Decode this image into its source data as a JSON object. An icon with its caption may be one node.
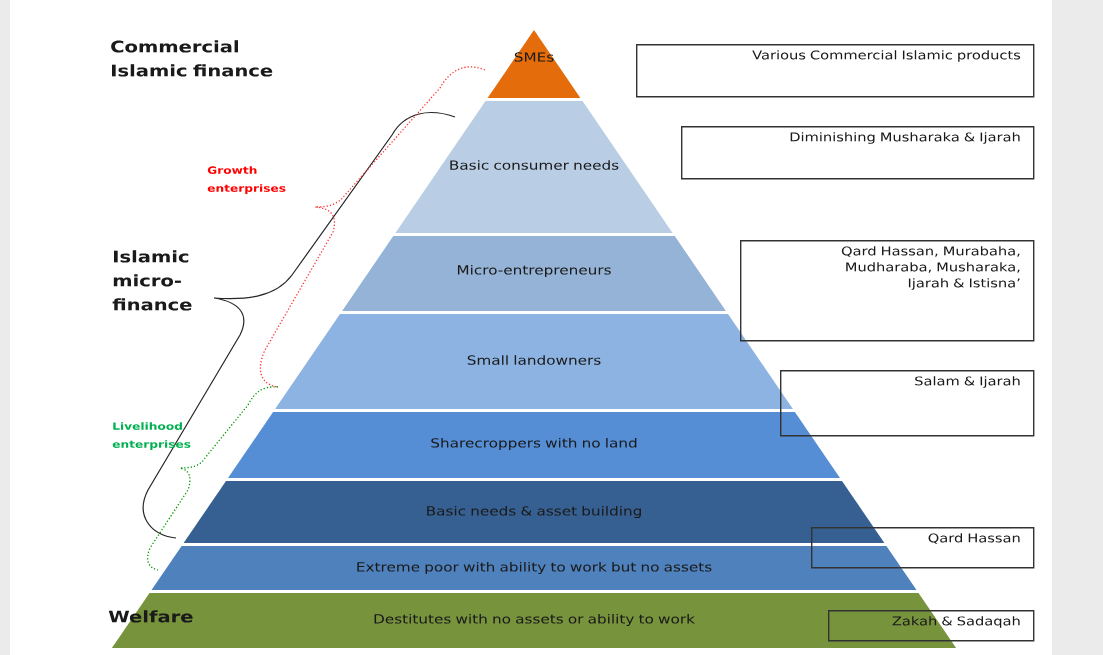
{
  "diagram": {
    "nodes": [
      {
        "text": [
          "SMEs"
        ]
      },
      {
        "text": [
          "Basic consumer needs"
        ]
      },
      {
        "text": [
          "Micro-entrepreneurs"
        ]
      },
      {
        "text": [
          "Small landowners"
        ]
      },
      {
        "text": [
          "Sharecroppers with no land"
        ]
      },
      {
        "text": [
          "Basic needs & asset building"
        ]
      },
      {
        "text": [
          "Extreme poor with ability to work but no assets"
        ]
      },
      {
        "text": [
          "Destitutes with no assets or ability to work"
        ]
      },
      {
        "text": [
          "Various Commercial Islamic products"
        ]
      },
      {
        "text": [
          "Diminishing Musharaka & Ijarah"
        ]
      },
      {
        "text": [
          "Qard Hassan, Murabaha, Mudharaba, Musharaka, Ijarah & Istisna’"
        ]
      },
      {
        "text": [
          "Salam & Ijarah"
        ]
      },
      {
        "text": [
          "Qard Hassan"
        ]
      },
      {
        "text": [
          "Zakah & Sadaqah"
        ]
      }
    ],
    "labels": [
      "Commercial Islamic finance",
      "Growth enterprises",
      "Islamic micro-finance",
      "Livelihood enterprises",
      "Welfare"
    ]
  }
}
